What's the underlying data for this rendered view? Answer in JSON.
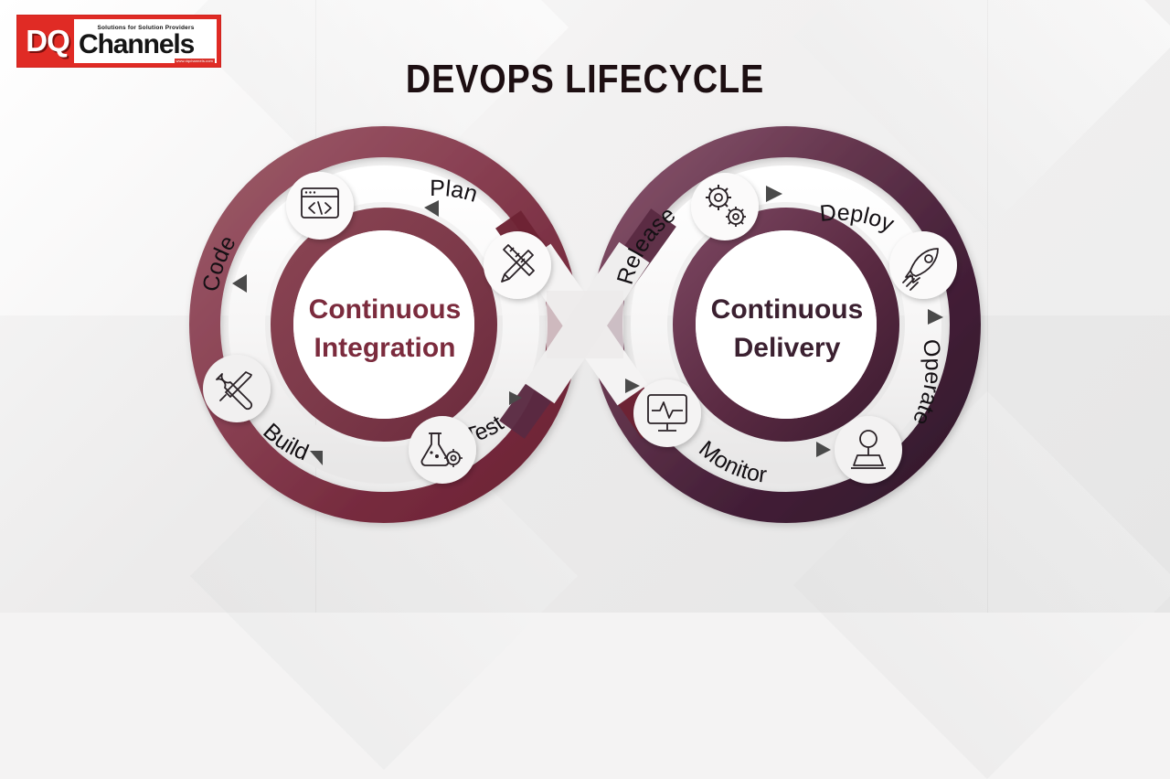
{
  "brand": {
    "mark": "DQ",
    "name": "Channels",
    "tagline": "Solutions for Solution Providers",
    "url": "www.dqchannels.com"
  },
  "header": {
    "title": "DEVOPS LIFECYCLE"
  },
  "colors": {
    "left_loop_light": "#a1606d",
    "left_loop_mid": "#8d4455",
    "left_loop_dark": "#6e2334",
    "right_loop_light": "#8e5a72",
    "right_loop_mid": "#5f3149",
    "right_loop_dark": "#35182b",
    "inner_ring_left": "#7d3a4a",
    "inner_ring_right": "#5a2a42",
    "path_white": "#f7f6f6",
    "label_text": "#141014",
    "ci_text": "#7b2b3d",
    "cd_text": "#3b2030",
    "background": "#f4f3f3",
    "logo_red": "#e02b25"
  },
  "diagram": {
    "type": "infinity-loop",
    "left_loop": {
      "center_label_line1": "Continuous",
      "center_label_line2": "Integration",
      "stages": [
        {
          "id": "code",
          "label": "Code",
          "icon": "code-window-icon",
          "arrow": "left-arrow-marker"
        },
        {
          "id": "plan",
          "label": "Plan",
          "icon": "pencil-ruler-icon",
          "arrow": "left-arrow-marker"
        },
        {
          "id": "build",
          "label": "Build",
          "icon": "wrench-screwdriver-icon",
          "arrow": "up-arrow-marker"
        },
        {
          "id": "test",
          "label": "Test",
          "icon": "flask-gear-icon",
          "arrow": "up-arrow-marker"
        }
      ]
    },
    "right_loop": {
      "center_label_line1": "Continuous",
      "center_label_line2": "Delivery",
      "stages": [
        {
          "id": "release",
          "label": "Release",
          "icon": "gears-icon",
          "arrow": "right-arrow-marker"
        },
        {
          "id": "deploy",
          "label": "Deploy",
          "icon": "rocket-icon",
          "arrow": "right-arrow-marker"
        },
        {
          "id": "operate",
          "label": "Operate",
          "icon": "person-laptop-icon",
          "arrow": "down-arrow-marker"
        },
        {
          "id": "monitor",
          "label": "Monitor",
          "icon": "monitor-pulse-icon",
          "arrow": "left-arrow-marker"
        }
      ]
    }
  }
}
